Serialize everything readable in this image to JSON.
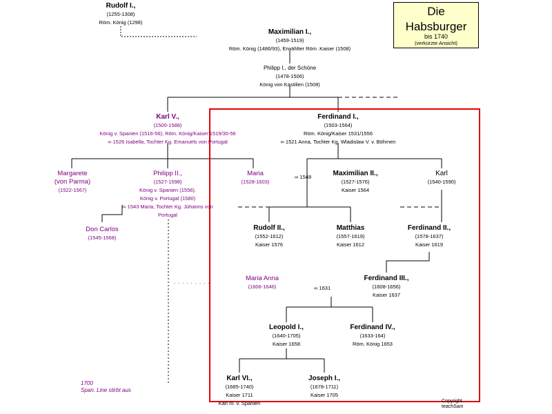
{
  "title": {
    "line1": "Die",
    "line2": "Habsburger",
    "line3": "bis 1740",
    "line4": "(verkürzte Ansicht)"
  },
  "nodes": {
    "rudolf1": {
      "name": "Rudolf I.,",
      "l1": "(1255-1308)",
      "l2": "Röm. König (1298)"
    },
    "max1": {
      "name": "Maximilian I.,",
      "l1": "(1459-1519)",
      "l2": "Röm. König (1486/93), Erwählter Röm .Kaiser (1508)"
    },
    "philipp1": {
      "name": "Philipp I., der Schöne",
      "l1": "(1478-1506)",
      "l2": "König von Kastilien (1508)"
    },
    "karl5": {
      "name": "Karl V.,",
      "l1": "(1500-1588)",
      "l2": "König v. Spanien (1516-56); Röm. König/Kaiser 1519/30-56",
      "l3": "∞ 1526 Isabella, Tochter Kg. Emanuels von Portugal"
    },
    "ferdinand1": {
      "name": "Ferdinand I.,",
      "l1": "(1503-1564)",
      "l2": "Röm. König/Kaiser 1531/1556",
      "l3": "∞ 1521 Anna, Tochter Kg. Wladislaw V. v. Böhmen"
    },
    "margarete": {
      "name": "Margarete",
      "name2": "(von Parma)",
      "l1": "(1522-1567)"
    },
    "philipp2": {
      "name": "Philipp II.,",
      "l1": "(1527-1598)",
      "l2": "König v. Spanien (1556),",
      "l3": "König v. Portugal (1580)",
      "l4": "∞ 1543 Maria, Tochter Kg. Johanns von",
      "l5": "Portugal"
    },
    "maria": {
      "name": "Maria",
      "l1": "(1528-1603)"
    },
    "max2": {
      "name": "Maximilian II.,",
      "l1": "(1527-1576)",
      "l2": "Kaiser 1564"
    },
    "karl": {
      "name": "Karl",
      "l1": "(1540-1590)"
    },
    "doncarlos": {
      "name": "Don Carlos",
      "l1": "(1545-1568)"
    },
    "rudolf2": {
      "name": "Rudolf II.,",
      "l1": "(1552-1612)",
      "l2": "Kaiser 1576"
    },
    "matthias": {
      "name": "Matthias",
      "l1": "(1557-1619)",
      "l2": "Kaiser 1612"
    },
    "ferdinand2": {
      "name": "Ferdinand II.,",
      "l1": "(1578-1637)",
      "l2": "Kaiser 1619"
    },
    "ferdinand3": {
      "name": "Ferdinand III.,",
      "l1": "(1608-1656)",
      "l2": "Kaiser 1637"
    },
    "mariaanna": {
      "name": "Maria Anna",
      "l1": "(1606-1646)"
    },
    "leopold1": {
      "name": "Leopold I.,",
      "l1": "(1640-1705)",
      "l2": "Kaiser 1658"
    },
    "ferdinand4": {
      "name": "Ferdinand IV.,",
      "l1": "(1633-164)",
      "l2": "Röm. König 1653"
    },
    "karl6": {
      "name": "Karl VI.,",
      "l1": "(1685-1740)",
      "l2": "Kaiser 1711",
      "l3": "Karl III. v. Spanien"
    },
    "joseph1": {
      "name": "Joseph I.,",
      "l1": "(1678-1711)",
      "l2": "Kaiser 1705"
    }
  },
  "marriages": {
    "m1548": "∞ 1548",
    "m1631": "∞ 1631"
  },
  "dots": ". . . . . . . . .",
  "spain_note": {
    "year": "1700",
    "text": "Span. Line stirbt aus"
  },
  "copyright": {
    "line1": "Copyright",
    "line2": "teachSam"
  },
  "colors": {
    "highlight": "#e00000",
    "purple": "#800080",
    "title_bg": "#ffffcc"
  }
}
